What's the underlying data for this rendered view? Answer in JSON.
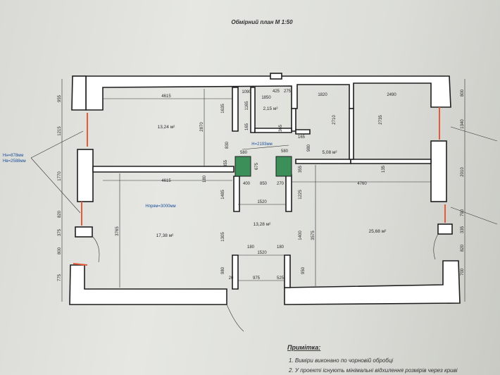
{
  "title": "Обмірний план М 1:50",
  "rooms": {
    "room1_area": "13,24 м²",
    "room2_area": "2,15 м²",
    "room3_area": "5,08 м²",
    "room4_area": "17,38 м²",
    "room5_area": "13,28 м²",
    "room6_area": "25,68 м²"
  },
  "ceiling_heights": {
    "h_room4": "Нпрям=3000мм",
    "h_passage": "Н=2193мм",
    "h_window_1": "Нн=878мм",
    "h_window_2": "Нв=2588мм"
  },
  "dimensions": {
    "top_left_4615": "4615",
    "d1090": "1090",
    "d1850": "1850",
    "d425": "425",
    "d275": "275",
    "d1820": "1820",
    "d2490": "2490",
    "d955": "955",
    "d1215": "1215",
    "d1770": "1770",
    "d820_left": "820",
    "d375": "375",
    "d800_left": "800",
    "d775": "775",
    "d1635": "1635",
    "d2870": "2870",
    "d1165": "1165",
    "d165_a": "165",
    "d365": "365",
    "d165_b": "165",
    "d2710": "2710",
    "d2735": "2735",
    "d830": "830",
    "d580_a": "580",
    "d580_b": "580",
    "d980": "980",
    "d355_a": "355",
    "d675": "675",
    "d355_b": "355",
    "d135": "135",
    "d4615_mid": "4615",
    "d180_a": "180",
    "d400": "400",
    "d850": "850",
    "d270": "270",
    "d4760": "4760",
    "d1520_a": "1520",
    "d1485": "1485",
    "d1225": "1225",
    "d3765": "3765",
    "d1305": "1305",
    "d1400": "1400",
    "d3575": "3575",
    "d180_b": "180",
    "d180_c": "180",
    "d1520_b": "1520",
    "d980_b": "980",
    "d950": "950",
    "d20": "20",
    "d975": "975",
    "d525": "525",
    "right_800": "800",
    "right_1340": "1340",
    "right_2010": "2010",
    "right_790": "790",
    "right_335": "335",
    "right_820": "820",
    "right_700": "700"
  },
  "notes": {
    "heading": "Примітка:",
    "line1": "1. Виміри виконано по чорновій обробці",
    "line2": "2. У проекті існують мінімальні відхилення розмірів через криві"
  }
}
